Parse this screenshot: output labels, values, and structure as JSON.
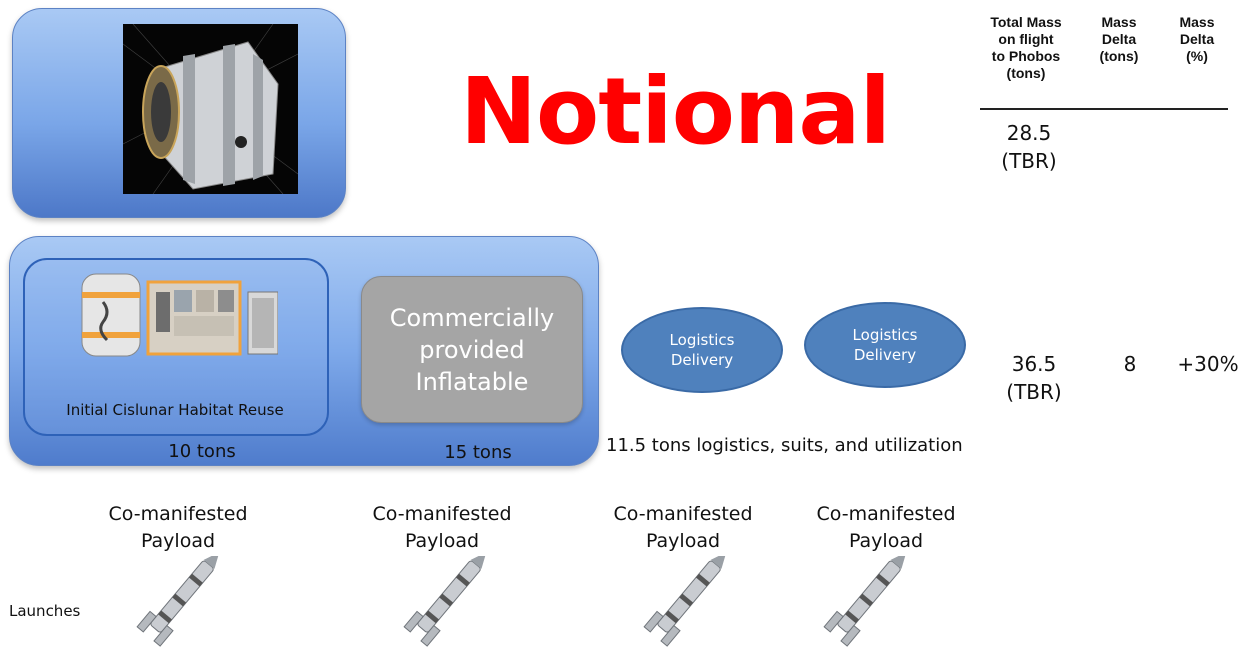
{
  "title": "Notional",
  "table": {
    "headers": [
      "Total Mass on flight to Phobos (tons)",
      "Mass Delta (tons)",
      "Mass Delta (%)"
    ],
    "header_lines": [
      [
        "Total Mass",
        "on flight",
        "to Phobos",
        "(tons)"
      ],
      [
        "Mass",
        "Delta",
        "(tons)"
      ],
      [
        "Mass",
        "Delta",
        "(%)"
      ]
    ],
    "rows": [
      {
        "total": [
          "28.5",
          "(TBR)"
        ],
        "delta_tons": "",
        "delta_pct": ""
      },
      {
        "total": [
          "36.5",
          "(TBR)"
        ],
        "delta_tons": "8",
        "delta_pct": "+30%"
      }
    ]
  },
  "habitat": {
    "reuse_label": "Initial Cislunar Habitat Reuse",
    "reuse_mass": "10 tons",
    "inflatable_lines": [
      "Commercially",
      "provided",
      "Inflatable"
    ],
    "inflatable_mass": "15 tons"
  },
  "logistics": {
    "ellipses": [
      {
        "lines": [
          "Logistics",
          "Delivery"
        ]
      },
      {
        "lines": [
          "Logistics",
          "Delivery"
        ]
      }
    ],
    "caption": "11.5 tons logistics, suits, and utilization"
  },
  "launches": {
    "label": "Launches",
    "payloads": [
      [
        "Co-manifested",
        "Payload"
      ],
      [
        "Co-manifested",
        "Payload"
      ],
      [
        "Co-manifested",
        "Payload"
      ],
      [
        "Co-manifested",
        "Payload"
      ]
    ]
  },
  "colors": {
    "notional": "#ff0000",
    "panel_blue": "#7aa6e8",
    "ellipse_blue": "#4f81bd",
    "inflatable_gray": "#a5a5a5"
  }
}
